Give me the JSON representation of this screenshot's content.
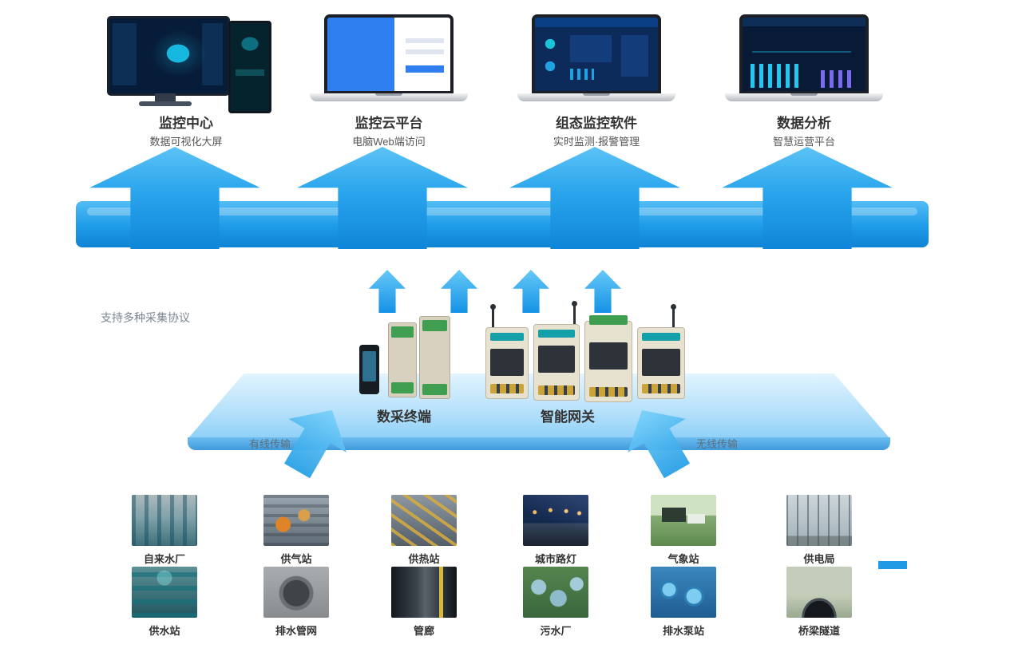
{
  "platforms": [
    {
      "title": "监控中心",
      "subtitle": "数据可视化大屏"
    },
    {
      "title": "监控云平台",
      "subtitle": "电脑Web端访问"
    },
    {
      "title": "组态监控软件",
      "subtitle": "实时监测·报警管理"
    },
    {
      "title": "数据分析",
      "subtitle": "智慧运营平台"
    }
  ],
  "hardware": {
    "terminal_label": "数采终端",
    "gateway_label": "智能网关",
    "protocol_note": "支持多种采集协议"
  },
  "transmission": {
    "wired": "有线传输",
    "wireless": "无线传输"
  },
  "sites": {
    "row1": [
      "自来水厂",
      "供气站",
      "供热站",
      "城市路灯",
      "气象站",
      "供电局"
    ],
    "row2": [
      "供水站",
      "排水管网",
      "管廊",
      "污水厂",
      "排水泵站",
      "桥梁隧道"
    ]
  },
  "colors": {
    "accent_blue": "#1e9be4",
    "band_blue": "#29a4ec",
    "platform_blue": "#b8e2fb",
    "label_dark": "#333333"
  }
}
